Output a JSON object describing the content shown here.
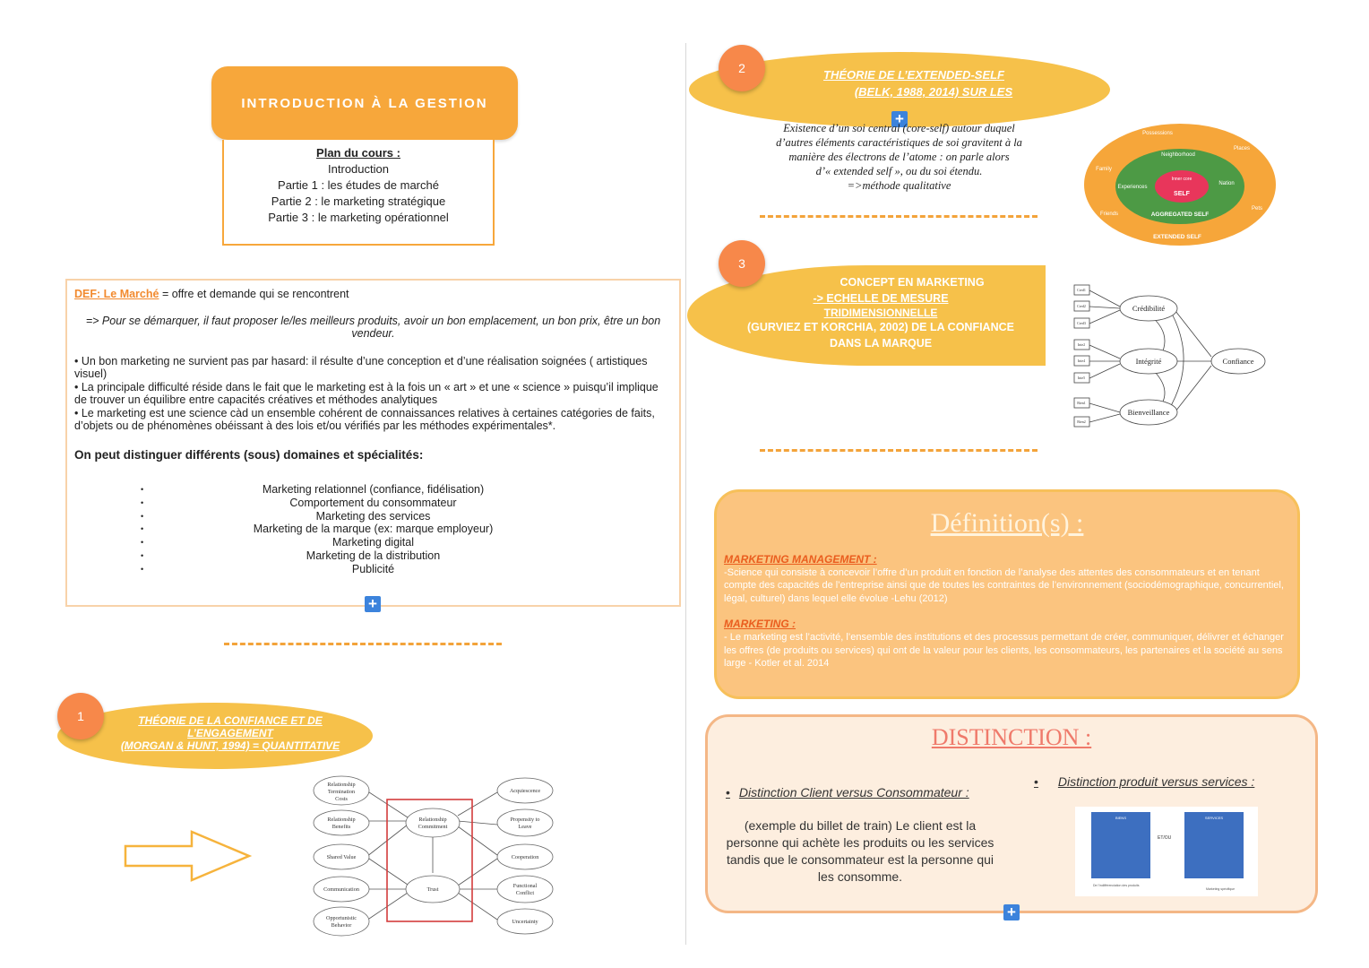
{
  "header": {
    "title": "Introduction à la gestion",
    "plan_title": "Plan du cours :",
    "plan_items": [
      "Introduction",
      "Partie 1 : les études de marché",
      "Partie 2 : le marketing stratégique",
      "Partie 3 : le marketing opérationnel"
    ]
  },
  "definition_box": {
    "def_label": "DEF: Le Marché",
    "def_text": " = offre et demande qui se rencontrent",
    "italic_line": "=> Pour se démarquer, il faut proposer le/les meilleurs produits, avoir un bon emplacement, un bon prix, être un bon vendeur.",
    "bullets": [
      "• Un bon marketing ne survient pas par hasard: il résulte d’une conception et d’une réalisation soignées ( artistiques visuel)",
      "• La principale difficulté réside dans le fait que le marketing est à la fois un « art » et une « science » puisqu’il implique de trouver un équilibre entre capacités créatives et méthodes analytiques",
      "• Le marketing est une science càd un ensemble cohérent de connaissances relatives à certaines catégories de faits, d’objets ou de phénomènes obéissant à des lois et/ou vérifiés par les méthodes expérimentales*."
    ],
    "heading": "On peut distinguer différents (sous) domaines et spécialités:",
    "domains": [
      "Marketing relationnel (confiance, fidélisation)",
      "Comportement du consommateur",
      "Marketing des services",
      "Marketing de la marque (ex: marque employeur)",
      "Marketing digital",
      "Marketing de la distribution",
      "Publicité"
    ]
  },
  "plus_symbol": "+",
  "theory1": {
    "number": "1",
    "line1": "THÉORIE DE LA CONFIANCE ET DE",
    "line2": "L’ENGAGEMENT",
    "line3": "(MORGAN & HUNT, 1994) = QUANTITATIVE",
    "diagram": {
      "left": [
        "Relationship Termination Costs",
        "Relationship Benefits",
        "Shared Value",
        "Communication",
        "Opportunistic Behavior"
      ],
      "center": [
        "Relationship Commitment",
        "Trust"
      ],
      "right": [
        "Acquiescence",
        "Propensity to Leave",
        "Cooperation",
        "Functional Conflict",
        "Uncertainty"
      ]
    }
  },
  "theory2": {
    "number": "2",
    "line1": "THÉORIE DE L’EXTENDED-SELF",
    "line2": "(BELK, 1988, 2014) SUR LES",
    "text": [
      "Existence d’un soi central (core-self) autour duquel",
      "d’autres éléments caractéristiques de soi gravitent à la",
      "manière des électrons de l’atome : on parle alors",
      "d’« extended self », ou du soi étendu.",
      "=>méthode qualitative"
    ],
    "diagram": {
      "outer": "EXTENDED SELF",
      "middle": "AGGREGATED SELF",
      "inner": "SELF",
      "inner_core": "Inner core",
      "labels": [
        "Possessions",
        "Places",
        "Family",
        "Neighborhood",
        "Experiences",
        "Nation",
        "Friends",
        "Pets"
      ]
    }
  },
  "theory3": {
    "number": "3",
    "lines": [
      "CONCEPT  EN MARKETING",
      "-> ECHELLE DE MESURE",
      "TRIDIMENSIONNELLE",
      "(GURVIEZ ET KORCHIA, 2002) DE LA CONFIANCE",
      "DANS LA MARQUE"
    ],
    "diagram": {
      "factors": [
        "Crédibilité",
        "Intégrité",
        "Bienveillance"
      ],
      "outcome": "Confiance",
      "items": [
        "Cred1",
        "Cred2",
        "Cred3",
        "Inte2",
        "Inte4",
        "Inte5",
        "Bien1",
        "Bien2"
      ]
    }
  },
  "definitions": {
    "title": "Définition(s) :",
    "mm_title": "MARKETING MANAGEMENT :",
    "mm_text": "-Science qui consiste à concevoir l’offre d’un produit en fonction de l’analyse des attentes des consommateurs et en tenant compte des capacités de l’entreprise ainsi que de toutes les contraintes de l’environnement (sociodémographique, concurrentiel, légal, culturel) dans lequel elle évolue -Lehu (2012)",
    "mk_title": "MARKETING :",
    "mk_text": "- Le marketing est l’activité, l’ensemble des institutions et des processus permettant de créer, communiquer, délivrer et échanger les offres (de produits ou services) qui ont de la valeur pour les clients, les consommateurs, les partenaires et la société au sens large - Kotler et al. 2014"
  },
  "distinction": {
    "title": "DISTINCTION :",
    "left_title": "Distinction Client versus Consommateur :",
    "left_text": "(exemple du billet de train) Le client est la personne qui achète les produits ou les services tandis que le consommateur est la personne qui les consomme.",
    "right_title": "Distinction produit versus services :",
    "mini_boxes": [
      "BIENS",
      "SERVICES"
    ],
    "mini_mid": "ET/OU",
    "mini_foot_left": "De l’indifférenciation des produits",
    "mini_foot_right": "Marketing spécifique"
  },
  "colors": {
    "accent": "#f7a73b",
    "orange_text": "#f28a2e",
    "ellipse": "#f6c14a",
    "number_circle": "#f7884a",
    "blue": "#3c83dc"
  }
}
